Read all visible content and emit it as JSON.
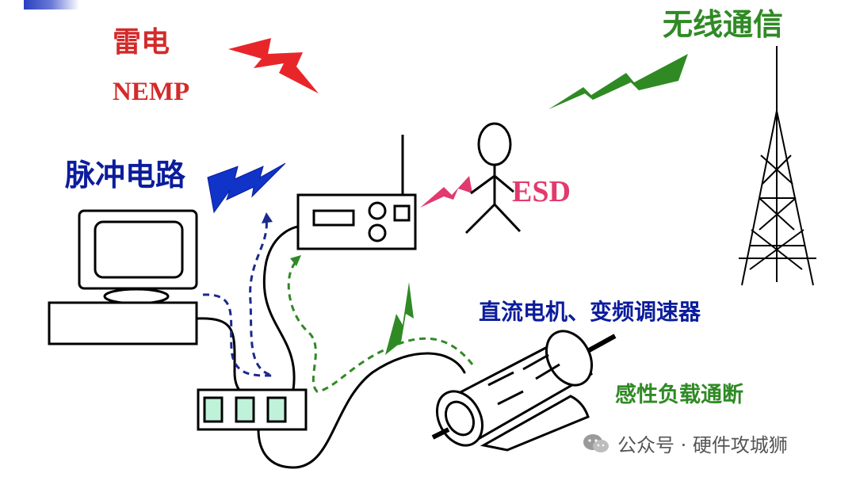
{
  "labels": {
    "lightning": "雷电",
    "nemp": "NEMP",
    "wireless": "无线通信",
    "pulse_circuit": "脉冲电路",
    "esd": "ESD",
    "motor": "直流电机、变频调速器",
    "inductive": "感性负载通断"
  },
  "watermark": {
    "text": "公众号 · 硬件攻城狮"
  },
  "colors": {
    "red": "#e8262a",
    "dark_red": "#d42a2a",
    "blue": "#0b1c9c",
    "green": "#2f8a24",
    "magenta": "#e23a6e",
    "navy": "#1b2a8c",
    "box_fill": "#bff2d8"
  }
}
